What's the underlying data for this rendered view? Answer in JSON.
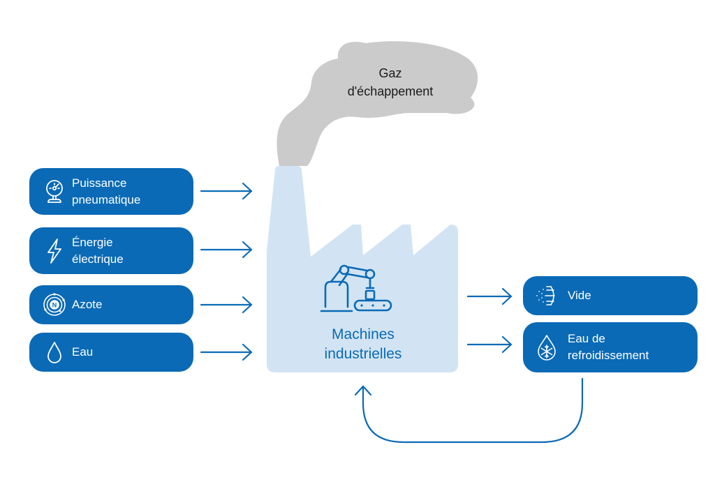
{
  "exhaust": {
    "label": "Gaz\nd'échappement"
  },
  "factory": {
    "label": "Machines\nindustrielles"
  },
  "inputs": [
    {
      "label": "Puissance\npneumatique",
      "icon": "pneumatic-gauge-icon"
    },
    {
      "label": "Énergie\nélectrique",
      "icon": "lightning-icon"
    },
    {
      "label": "Azote",
      "icon": "nitrogen-atom-icon"
    },
    {
      "label": "Eau",
      "icon": "water-drop-icon"
    }
  ],
  "outputs": [
    {
      "label": "Vide",
      "icon": "vacuum-icon"
    },
    {
      "label": "Eau de\nrefroidissement",
      "icon": "cooling-water-icon"
    }
  ],
  "colors": {
    "pill": "#0a6ab6",
    "arrow": "#0a6ab6",
    "factory": "#d2e4f3",
    "cloud": "#cbcbcb"
  }
}
